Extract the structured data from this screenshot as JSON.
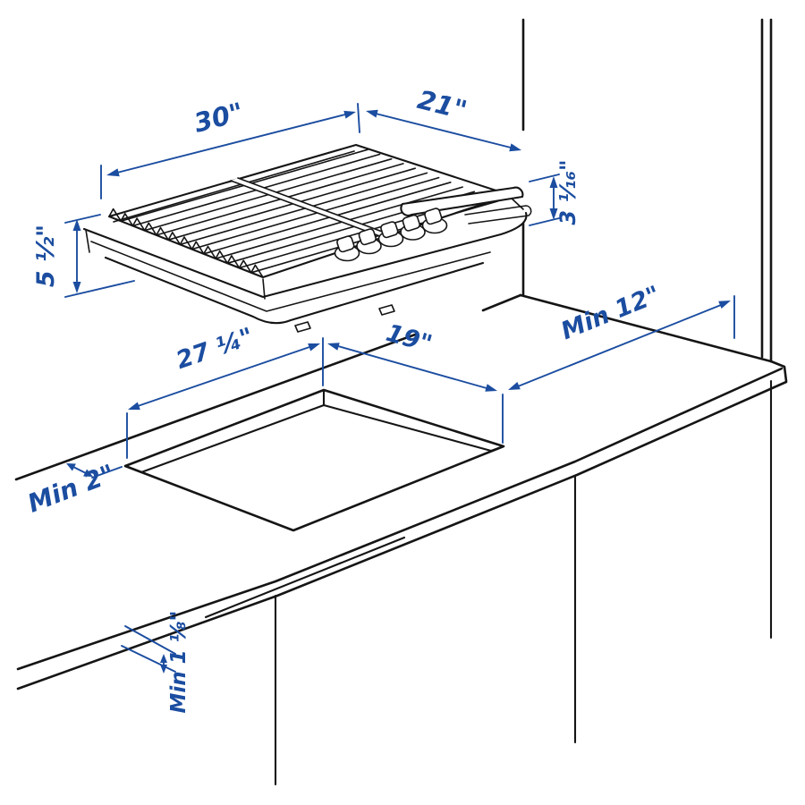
{
  "diagram": {
    "kind": "cooktop installation measurement illustration",
    "colors": {
      "dimension_blue": "#1b4da0",
      "line_black": "#151515",
      "background": "#ffffff"
    },
    "labels": {
      "cooktop_width": "30\"",
      "cooktop_depth": "21\"",
      "height_above_counter": "3 ¹⁄₁₆\"",
      "cooktop_height": "5 ½\"",
      "cutout_width": "27 ¼\"",
      "cutout_depth": "19\"",
      "clearance_side": "Min 12\"",
      "clearance_back": "Min 2\"",
      "countertop_thickness": "Min 1 ⅛\""
    }
  }
}
